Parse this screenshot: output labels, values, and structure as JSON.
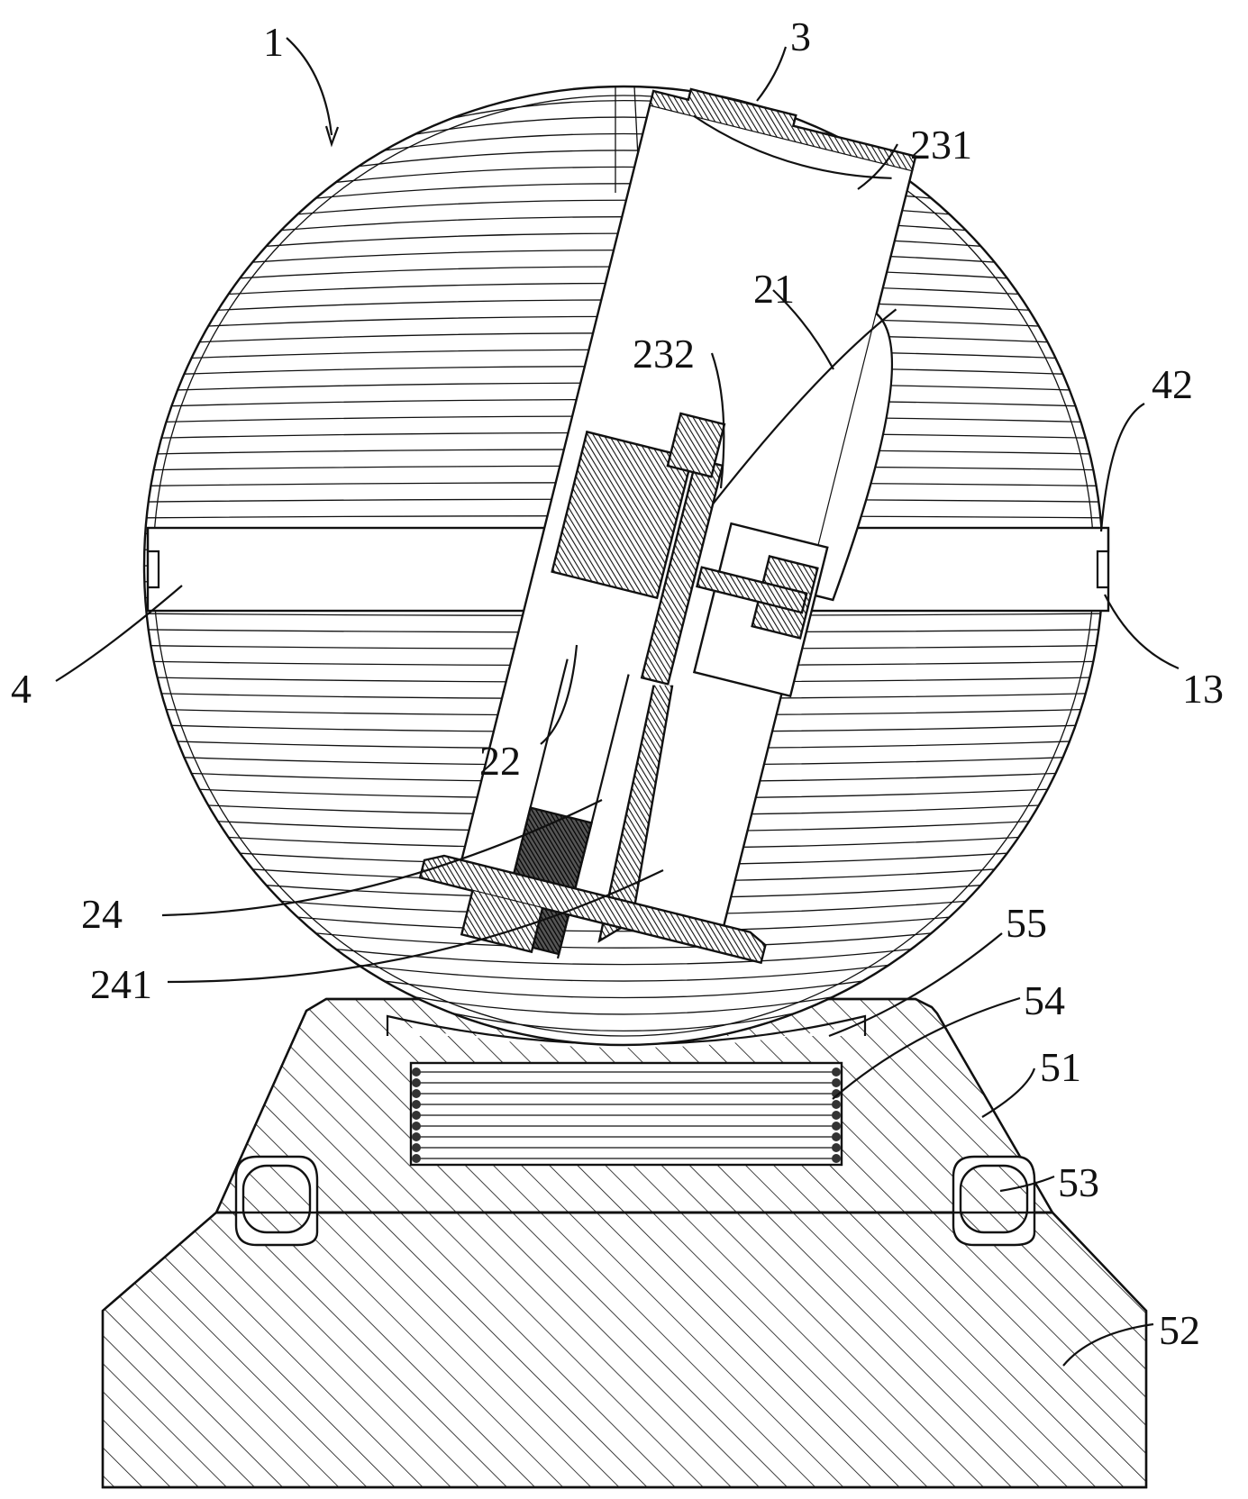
{
  "colors": {
    "line": "#111111",
    "background": "#ffffff",
    "dense_fill": "#6e6e6e",
    "darkest_fill": "#3a3a3a"
  },
  "labels": {
    "l1": "1",
    "l3": "3",
    "l231": "231",
    "l21": "21",
    "l232": "232",
    "l42": "42",
    "l4": "4",
    "l13": "13",
    "l22": "22",
    "l24": "24",
    "l241": "241",
    "l55": "55",
    "l54": "54",
    "l51": "51",
    "l53": "53",
    "l52": "52"
  }
}
